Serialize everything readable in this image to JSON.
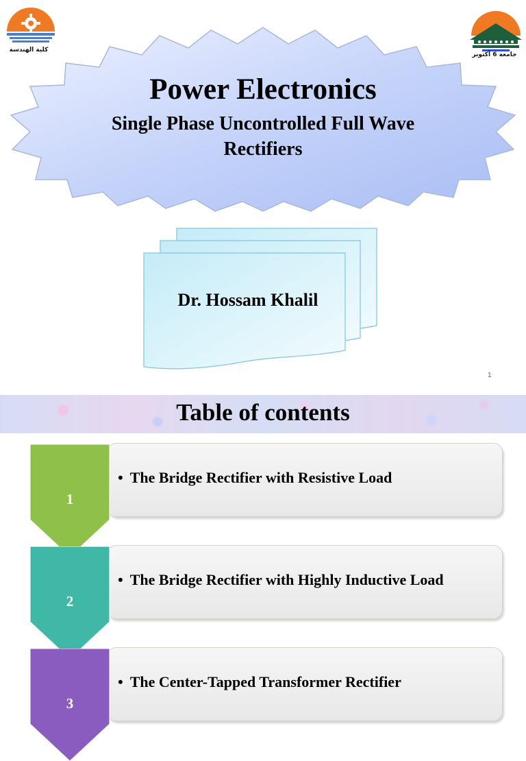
{
  "slide1": {
    "title": "Power Electronics",
    "subtitle": "Single Phase Uncontrolled Full Wave Rectifiers",
    "author": "Dr. Hossam Khalil",
    "page_number": "1",
    "logo_left_text": "كلية الهندسة",
    "logo_right_text": "جامعة 6 أكتوبر"
  },
  "slide2": {
    "title": "Table of contents",
    "items": [
      {
        "number": "1",
        "label": "The Bridge Rectifier with Resistive Load",
        "color": "#8ec04a"
      },
      {
        "number": "2",
        "label": "The Bridge Rectifier with Highly Inductive Load",
        "color": "#3fb8a8"
      },
      {
        "number": "3",
        "label": "The Center-Tapped Transformer Rectifier",
        "color": "#8a5cc0"
      }
    ]
  },
  "colors": {
    "burst_fill": "#c6d4fa",
    "card_fill": "#e3f4fb",
    "orange": "#f07a24",
    "green": "#1f5e3a"
  }
}
